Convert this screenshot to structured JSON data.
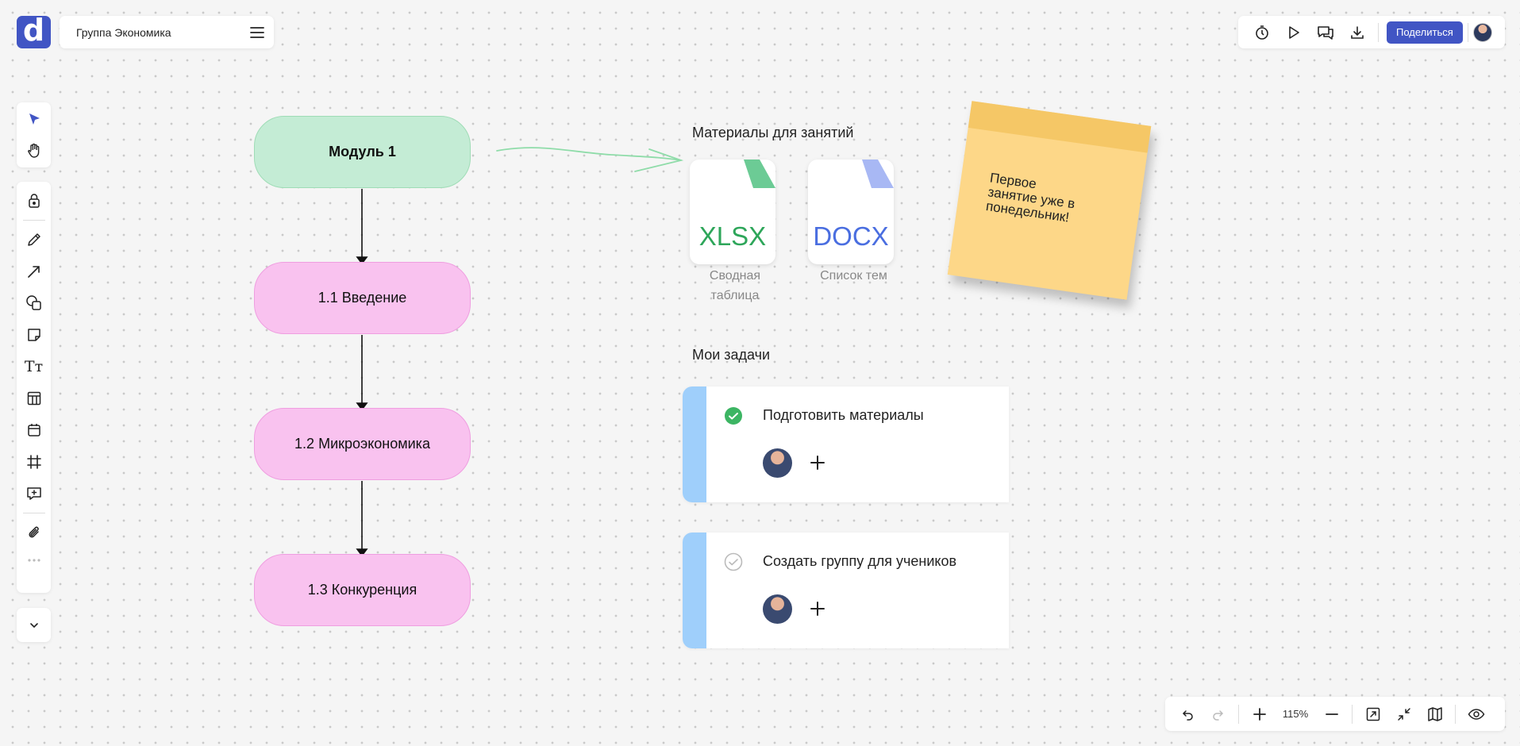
{
  "app": {
    "logo_letter": "d",
    "board_title": "Группа Экономика",
    "brand_color": "#4155c4"
  },
  "topbar": {
    "icons": [
      "timer-icon",
      "play-icon",
      "comments-icon",
      "download-icon"
    ],
    "share_label": "Поделиться"
  },
  "toolbar": {
    "tools": [
      "cursor-icon",
      "hand-icon",
      "lock-icon",
      "pencil-icon",
      "arrow-icon",
      "shapes-icon",
      "sticky-icon",
      "text-icon",
      "table-icon",
      "calendar-icon",
      "frame-icon",
      "comment-add-icon",
      "attachment-icon",
      "more-icon"
    ],
    "text_tool_label": "Tт"
  },
  "flowchart": {
    "nodes": [
      {
        "label": "Модуль 1",
        "color": "#c4ecd5"
      },
      {
        "label": "1.1 Введение",
        "color": "#f9c2ef"
      },
      {
        "label": "1.2 Микроэкономика",
        "color": "#f9c2ef"
      },
      {
        "label": "1.3 Конкуренция",
        "color": "#f9c2ef"
      }
    ]
  },
  "materials": {
    "title": "Материалы для занятий",
    "files": [
      {
        "ext": "XLSX",
        "caption_line1": "Сводная",
        "caption_line2": "таблица",
        "color": "#2ea65a"
      },
      {
        "ext": "DOCX",
        "caption_line1": "Список тем",
        "caption_line2": "",
        "color": "#4a6ee0"
      }
    ]
  },
  "sticky": {
    "text_line1": "Первое",
    "text_line2": "занятие уже в",
    "text_line3": "понедельник!",
    "color": "#fdd788"
  },
  "tasks": {
    "title": "Мои задачи",
    "items": [
      {
        "label": "Подготовить материалы",
        "done": true
      },
      {
        "label": "Создать группу для учеников",
        "done": false
      }
    ]
  },
  "bottombar": {
    "zoom": "115%"
  }
}
